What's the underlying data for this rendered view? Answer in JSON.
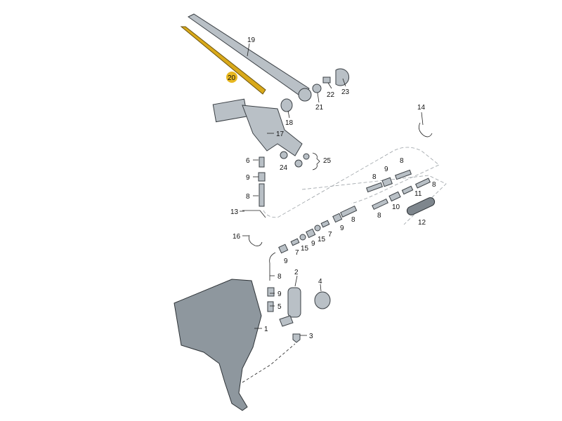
{
  "title": "Rear window wiper and washer system parts diagram",
  "highlight_color": "#e8b820",
  "callouts": [
    "19",
    "20",
    "22",
    "23",
    "21",
    "18",
    "17",
    "14",
    "25",
    "24",
    "6",
    "9",
    "8",
    "13",
    "16",
    "8",
    "9",
    "8",
    "8",
    "11",
    "10",
    "8",
    "12",
    "8",
    "9",
    "7",
    "15",
    "9",
    "15",
    "7",
    "9",
    "8",
    "2",
    "4",
    "9",
    "5",
    "1",
    "3"
  ]
}
